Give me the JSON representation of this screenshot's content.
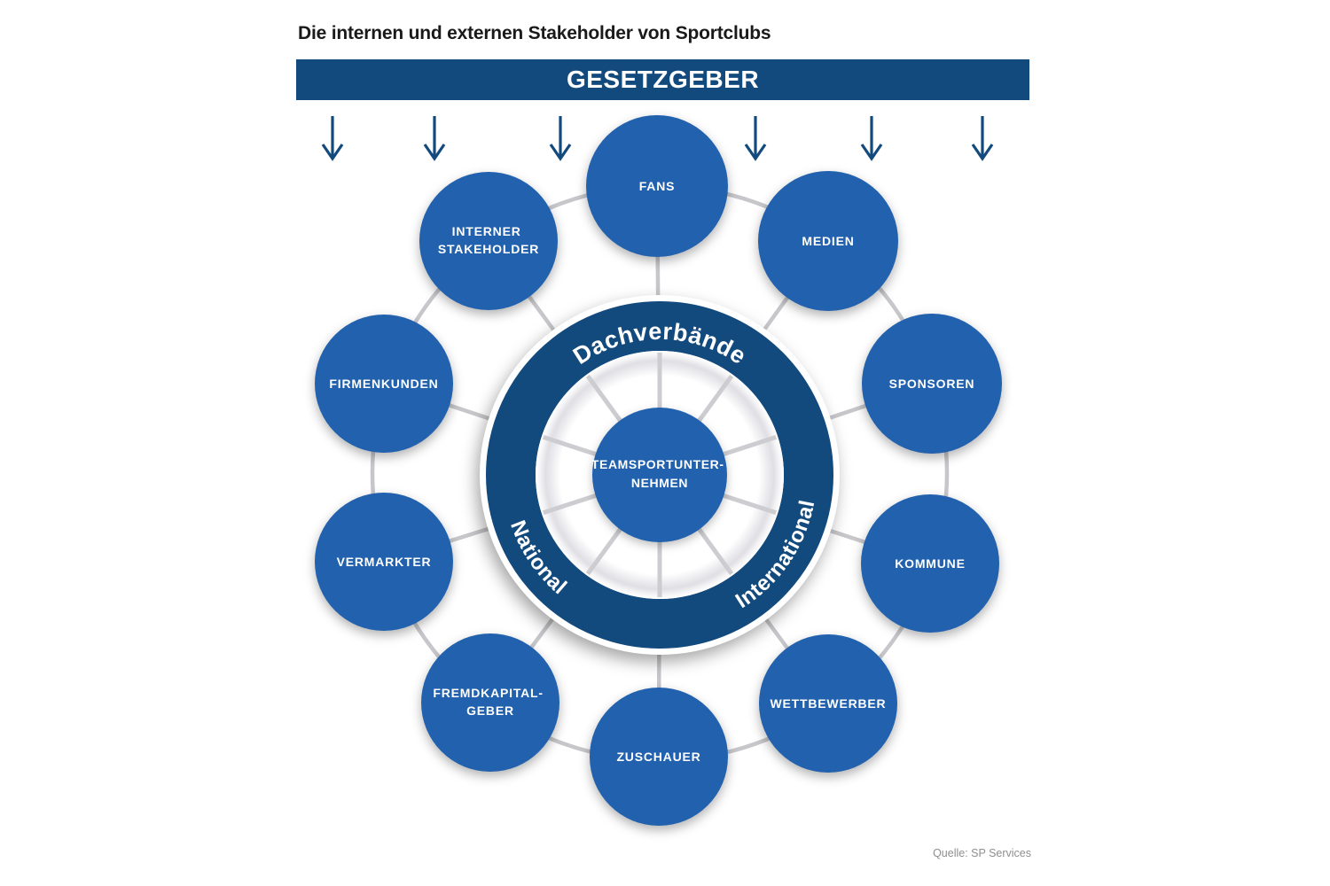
{
  "title": "Die internen und externen Stakeholder von Sportclubs",
  "banner": {
    "label": "GESETZGEBER"
  },
  "wheel": {
    "top_arc_label": "Dachverbände",
    "left_arc_label": "National",
    "right_arc_label": "International",
    "center": {
      "line1": "TEAMSPORTUNTER-",
      "line2": "NEHMEN"
    }
  },
  "stakeholders": [
    {
      "id": "fans",
      "line1": "FANS",
      "line2": ""
    },
    {
      "id": "medien",
      "line1": "MEDIEN",
      "line2": ""
    },
    {
      "id": "sponsoren",
      "line1": "SPONSOREN",
      "line2": ""
    },
    {
      "id": "kommune",
      "line1": "KOMMUNE",
      "line2": ""
    },
    {
      "id": "wettbewerber",
      "line1": "WETTBEWERBER",
      "line2": ""
    },
    {
      "id": "zuschauer",
      "line1": "ZUSCHAUER",
      "line2": ""
    },
    {
      "id": "fremdkapitalgeber",
      "line1": "FREMDKAPITAL-",
      "line2": "GEBER"
    },
    {
      "id": "vermarkter",
      "line1": "VERMARKTER",
      "line2": ""
    },
    {
      "id": "firmenkunden",
      "line1": "FIRMENKUNDEN",
      "line2": ""
    },
    {
      "id": "interner-stakeholder",
      "line1": "INTERNER",
      "line2": "STAKEHOLDER"
    }
  ],
  "source": "Quelle: SP Services",
  "colors": {
    "navy": "#134A7E",
    "blue": "#2161AE",
    "connector_gray": "#C7C7CB",
    "spoke_gray": "#CDCDD1",
    "text_white": "#FFFFFF",
    "title_gray": "#1A1A1A",
    "source_gray": "#8F8F8F"
  }
}
